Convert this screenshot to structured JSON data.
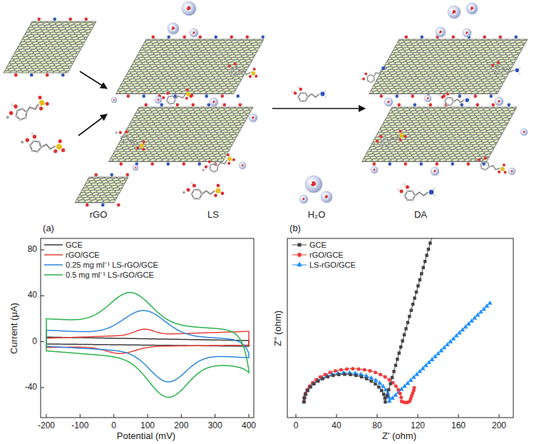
{
  "diagram": {
    "labels": [
      "rGO",
      "LS",
      "H₂O",
      "DA",
      "(a)",
      "(b)",
      "80",
      "40",
      "0",
      "-40",
      "-200",
      "-100",
      "0",
      "100",
      "200",
      "300",
      "400",
      "Current (μA)",
      "Potential (mV)",
      "0",
      "40",
      "80",
      "120",
      "160",
      "200",
      "Z\" (ohm)",
      "Z' (ohm)"
    ],
    "legend": [
      {
        "text": "GCE"
      },
      {
        "text": "rGO/GCE"
      },
      {
        "text": "0.25 mg ml⁻¹ LS-rGO/GCE"
      },
      {
        "text": "0.5 mg ml⁻¹ LS-rGO/GCE"
      },
      {
        "text": "GCE"
      },
      {
        "text": "rGO/GCE"
      },
      {
        "text": "LS-rGO/GCE"
      }
    ]
  }
}
